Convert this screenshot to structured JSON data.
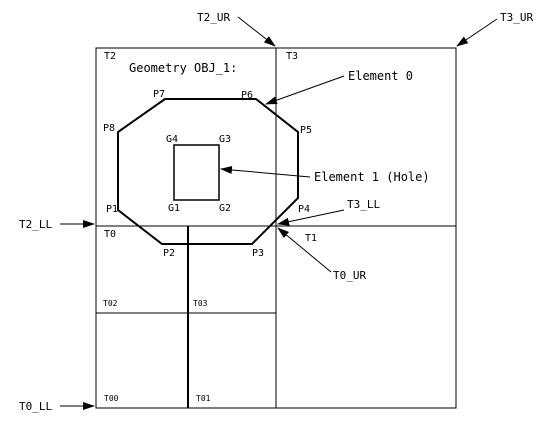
{
  "title": "Geometry OBJ_1:",
  "callouts": {
    "element0": "Element 0",
    "element1": "Element 1 (Hole)",
    "t2_ur": "T2_UR",
    "t3_ur": "T3_UR",
    "t2_ll": "T2_LL",
    "t3_ll": "T3_LL",
    "t0_ur": "T0_UR",
    "t0_ll": "T0_LL"
  },
  "tiles": {
    "t0": "T0",
    "t1": "T1",
    "t2": "T2",
    "t3": "T3",
    "t00": "T00",
    "t01": "T01",
    "t02": "T02",
    "t03": "T03"
  },
  "outer_points": [
    "P1",
    "P2",
    "P3",
    "P4",
    "P5",
    "P6",
    "P7",
    "P8"
  ],
  "hole_points": [
    "G1",
    "G2",
    "G3",
    "G4"
  ]
}
